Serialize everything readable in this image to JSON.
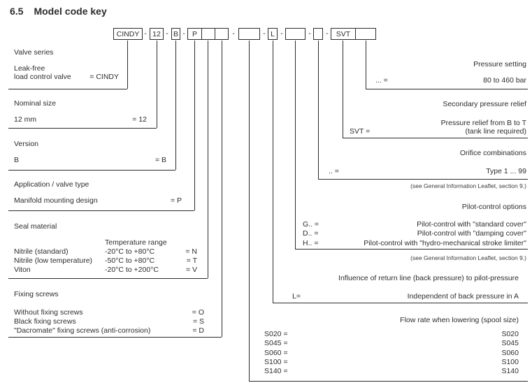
{
  "title": {
    "section_number": "6.5",
    "title_text": "Model code key"
  },
  "dash": "-",
  "code": {
    "series": "CINDY",
    "size": "12",
    "version": "B",
    "application": "P",
    "pilot_return": "L",
    "secondary_relief": "SVT"
  },
  "left_sections": {
    "valve_series": {
      "heading": "Valve series",
      "line1": "Leak-free",
      "line2": "load control valve",
      "value": "= CINDY"
    },
    "nominal_size": {
      "heading": "Nominal size",
      "label": "12 mm",
      "value": "= 12"
    },
    "version": {
      "heading": "Version",
      "label": "B",
      "value": "= B"
    },
    "application": {
      "heading": "Application / valve type",
      "label": "Manifold mounting design",
      "value": "= P"
    },
    "seal": {
      "heading": "Seal material",
      "col_header": "Temperature range",
      "rows": [
        {
          "name": "Nitrile (standard)",
          "range": "-20°C to +80°C",
          "value": "= N"
        },
        {
          "name": "Nitrile (low temperature)",
          "range": "-50°C to +80°C",
          "value": "= T"
        },
        {
          "name": "Viton",
          "range": "-20°C to +200°C",
          "value": "= V"
        }
      ]
    },
    "fixing": {
      "heading": "Fixing screws",
      "rows": [
        {
          "name": "Without fixing screws",
          "value": "= O"
        },
        {
          "name": "Black fixing screws",
          "value": "= S"
        },
        {
          "name": "\"Dacromate\" fixing screws (anti-corrosion)",
          "value": "= D"
        }
      ]
    }
  },
  "right_sections": {
    "pressure_setting": {
      "heading": "Pressure setting",
      "code": "... =",
      "value": "80 to 460 bar"
    },
    "secondary": {
      "heading": "Secondary pressure relief",
      "value_line1": "Pressure relief from B to T",
      "code": "SVT =",
      "value_line2": "(tank line required)"
    },
    "orifice": {
      "heading": "Orifice combinations",
      "code": ".. =",
      "value": "Type 1 ... 99",
      "note": "(see General Information Leaflet, section 9.)"
    },
    "pilot": {
      "heading": "Pilot-control options",
      "rows": [
        {
          "code": "G.. =",
          "value": "Pilot-control with \"standard cover\""
        },
        {
          "code": "D.. =",
          "value": "Pilot-control with \"damping cover\""
        },
        {
          "code": "H.. =",
          "value": "Pilot-control with \"hydro-mechanical stroke limiter\""
        }
      ],
      "note": "(see General Information Leaflet, section 9.)"
    },
    "influence": {
      "heading": "Influence of return line (back pressure) to pilot-pressure",
      "code": "L=",
      "value": "Independent of back pressure in A"
    },
    "flow": {
      "heading": "Flow rate when lowering (spool size)",
      "rows": [
        {
          "code": "S020 =",
          "value": "S020"
        },
        {
          "code": "S045 =",
          "value": "S045"
        },
        {
          "code": "S060 =",
          "value": "S060"
        },
        {
          "code": "S100 =",
          "value": "S100"
        },
        {
          "code": "S140 =",
          "value": "S140"
        }
      ]
    }
  }
}
